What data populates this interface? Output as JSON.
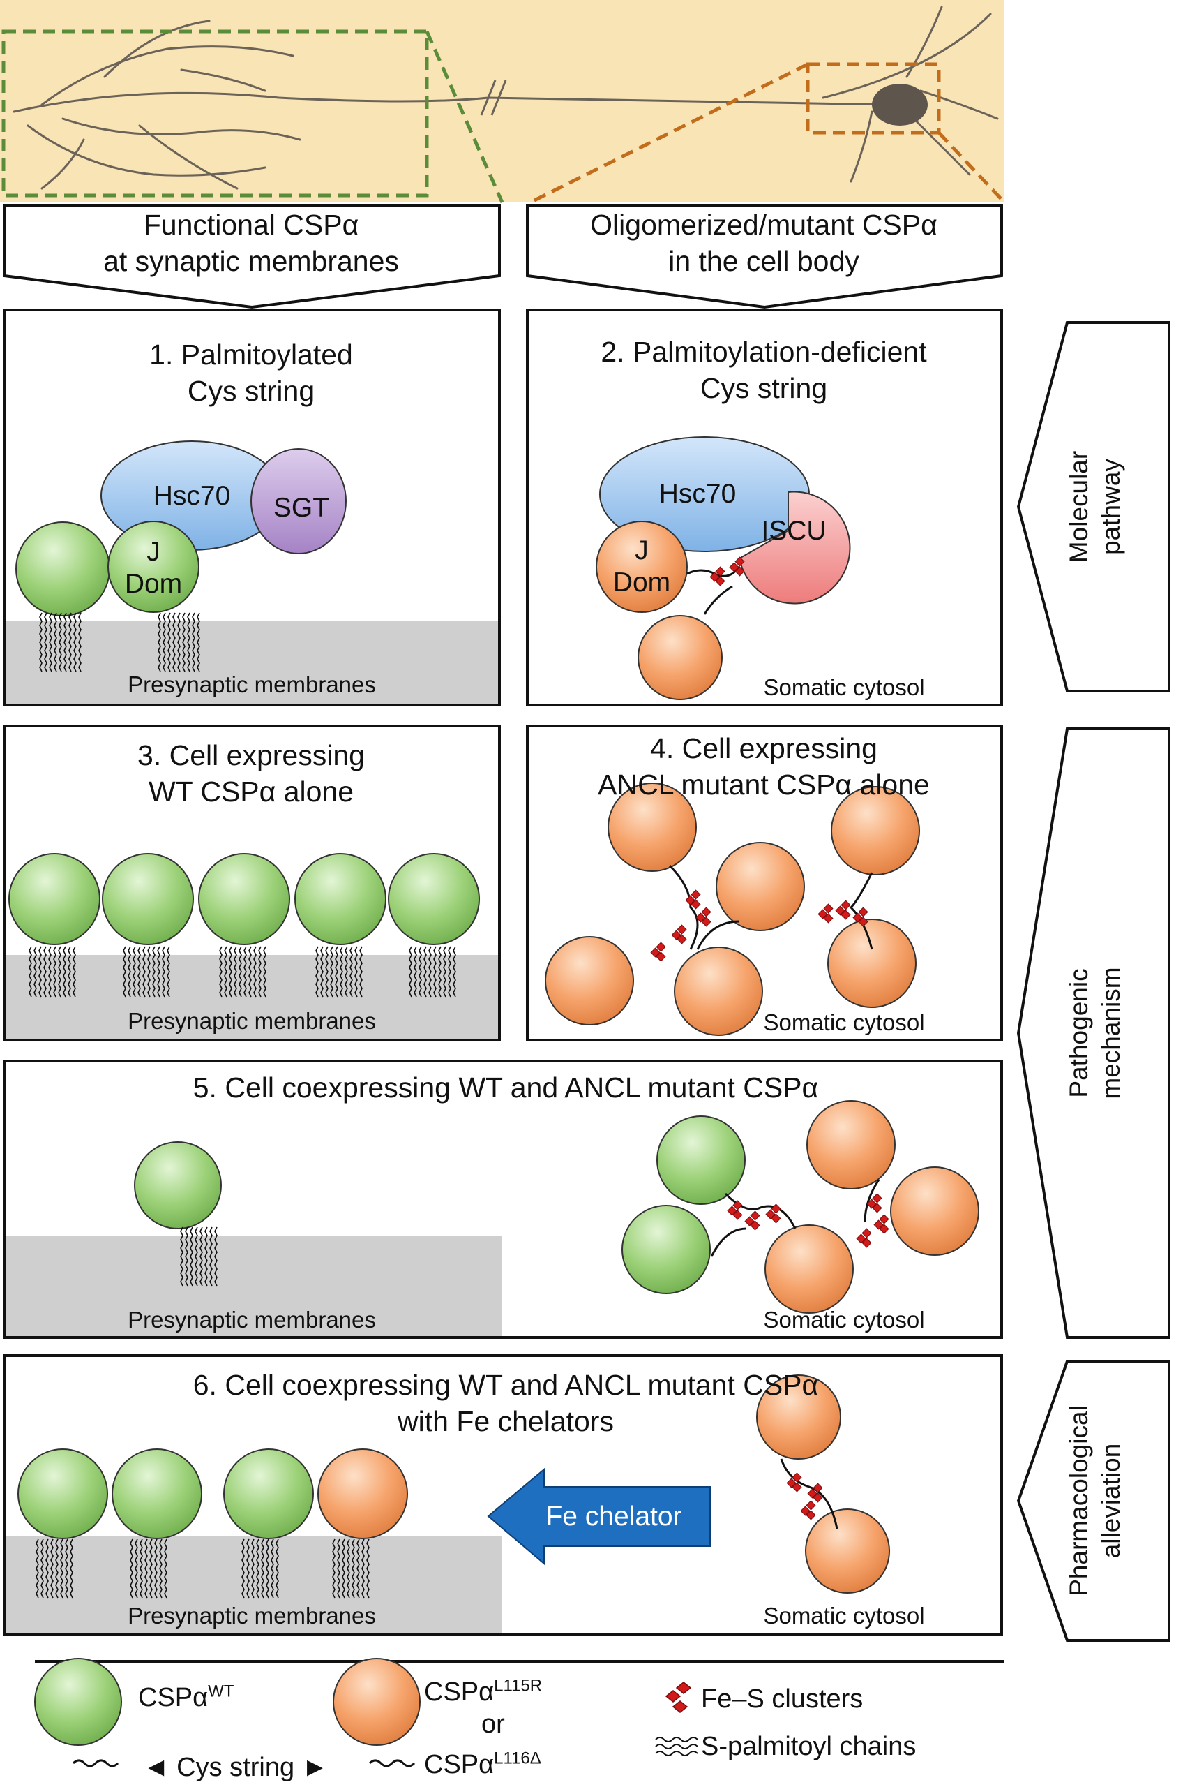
{
  "header": {
    "left_arrow_line1": "Functional CSPα",
    "left_arrow_line2": "at synaptic membranes",
    "right_arrow_line1": "Oligomerized/mutant CSPα",
    "right_arrow_line2": "in the cell body"
  },
  "panels": {
    "p1": {
      "title1": "1. Palmitoylated",
      "title2": "Cys string",
      "hsc70": "Hsc70",
      "sgt": "SGT",
      "jdom1": "J",
      "jdom2": "Dom",
      "membrane": "Presynaptic membranes"
    },
    "p2": {
      "title1": "2. Palmitoylation-deficient",
      "title2": "Cys string",
      "hsc70": "Hsc70",
      "iscu": "ISCU",
      "jdom1": "J",
      "jdom2": "Dom",
      "cytosol": "Somatic cytosol"
    },
    "p3": {
      "title1": "3. Cell expressing",
      "title2": "WT CSPα alone",
      "membrane": "Presynaptic membranes"
    },
    "p4": {
      "title1": "4. Cell expressing",
      "title2": "ANCL mutant CSPα alone",
      "cytosol": "Somatic cytosol"
    },
    "p5": {
      "title": "5. Cell coexpressing WT and ANCL mutant CSPα",
      "membrane": "Presynaptic membranes",
      "cytosol": "Somatic cytosol"
    },
    "p6": {
      "title1": "6. Cell coexpressing WT and ANCL mutant CSPα",
      "title2": "with Fe chelators",
      "arrow": "Fe chelator",
      "membrane": "Presynaptic membranes",
      "cytosol": "Somatic cytosol"
    }
  },
  "side_labels": {
    "molecular1": "Molecular",
    "molecular2": "pathway",
    "pathogenic1": "Pathogenic",
    "pathogenic2": "mechanism",
    "pharma1": "Pharmacological",
    "pharma2": "alleviation"
  },
  "legend": {
    "wt_base": "CSPα",
    "wt_sup": "WT",
    "mut1_base": "CSPα",
    "mut1_sup": "L115R",
    "or": "or",
    "mut2_base": "CSPα",
    "mut2_sup": "L116Δ",
    "cys_string": "◄ Cys string ►",
    "fes": "Fe–S clusters",
    "palmitoyl": "S-palmitoyl chains"
  },
  "colors": {
    "green": "#9ed27a",
    "orange": "#f6a46c",
    "hsc70": "#a9cdf1",
    "sgt": "#c2a6d8",
    "iscu": "#f5a3a3",
    "membrane": "#cfcfcf",
    "neuron_bg": "#f9e4b5",
    "arrow_blue": "#1f6fc0",
    "fes_red": "#d21a1a"
  }
}
